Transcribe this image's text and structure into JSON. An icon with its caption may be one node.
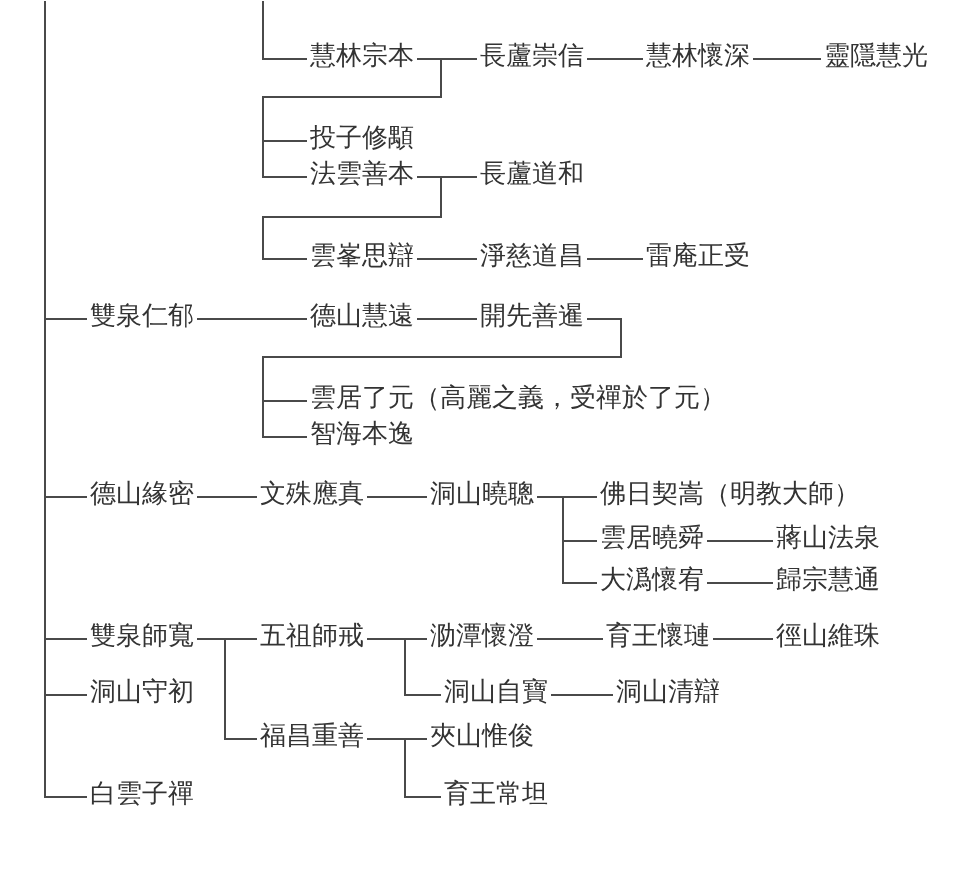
{
  "diagram": {
    "nodes": [
      {
        "text": [
          "慧林宗本"
        ]
      },
      {
        "text": [
          "長蘆崇信"
        ]
      },
      {
        "text": [
          "慧林懷深"
        ]
      },
      {
        "text": [
          "靈隱慧光"
        ]
      },
      {
        "text": [
          "投子修顒"
        ]
      },
      {
        "text": [
          "法雲善本"
        ]
      },
      {
        "text": [
          "長蘆道和"
        ]
      },
      {
        "text": [
          "雲峯思辯"
        ]
      },
      {
        "text": [
          "淨慈道昌"
        ]
      },
      {
        "text": [
          "雷庵正受"
        ]
      },
      {
        "text": [
          "雙泉仁郁"
        ]
      },
      {
        "text": [
          "德山慧遠"
        ]
      },
      {
        "text": [
          "開先善暹"
        ]
      },
      {
        "text": [
          "雲居了元（高麗之義，受禪於了元）"
        ]
      },
      {
        "text": [
          "智海本逸"
        ]
      },
      {
        "text": [
          "德山緣密"
        ]
      },
      {
        "text": [
          "文殊應真"
        ]
      },
      {
        "text": [
          "洞山曉聰"
        ]
      },
      {
        "text": [
          "佛日契嵩（明教大師）"
        ]
      },
      {
        "text": [
          "雲居曉舜"
        ]
      },
      {
        "text": [
          "蔣山法泉"
        ]
      },
      {
        "text": [
          "大潙懷宥"
        ]
      },
      {
        "text": [
          "歸宗慧通"
        ]
      },
      {
        "text": [
          "雙泉師寬"
        ]
      },
      {
        "text": [
          "五祖師戒"
        ]
      },
      {
        "text": [
          "泐潭懷澄"
        ]
      },
      {
        "text": [
          "育王懷璉"
        ]
      },
      {
        "text": [
          "徑山維珠"
        ]
      },
      {
        "text": [
          "洞山守初"
        ]
      },
      {
        "text": [
          "洞山自寶"
        ]
      },
      {
        "text": [
          "洞山清辯"
        ]
      },
      {
        "text": [
          "福昌重善"
        ]
      },
      {
        "text": [
          "夾山惟俊"
        ]
      },
      {
        "text": [
          "白雲子禪"
        ]
      },
      {
        "text": [
          "育王常坦"
        ]
      }
    ],
    "edges": [
      {
        "from": null,
        "to": 0,
        "arrow": "none"
      },
      {
        "from": 0,
        "to": 1,
        "arrow": "none"
      },
      {
        "from": 0,
        "to": 4,
        "arrow": "none"
      },
      {
        "from": 0,
        "to": 5,
        "arrow": "none"
      },
      {
        "from": 1,
        "to": 2,
        "arrow": "none"
      },
      {
        "from": 2,
        "to": 3,
        "arrow": "none"
      },
      {
        "from": 5,
        "to": 6,
        "arrow": "none"
      },
      {
        "from": 5,
        "to": 7,
        "arrow": "none"
      },
      {
        "from": 7,
        "to": 8,
        "arrow": "none"
      },
      {
        "from": 8,
        "to": 9,
        "arrow": "none"
      },
      {
        "from": null,
        "to": 10,
        "arrow": "none"
      },
      {
        "from": 10,
        "to": 11,
        "arrow": "none"
      },
      {
        "from": 11,
        "to": 12,
        "arrow": "none"
      },
      {
        "from": 12,
        "to": 13,
        "arrow": "none"
      },
      {
        "from": 12,
        "to": 14,
        "arrow": "none"
      },
      {
        "from": null,
        "to": 15,
        "arrow": "none"
      },
      {
        "from": 15,
        "to": 16,
        "arrow": "none"
      },
      {
        "from": 16,
        "to": 17,
        "arrow": "none"
      },
      {
        "from": 17,
        "to": 18,
        "arrow": "none"
      },
      {
        "from": 17,
        "to": 19,
        "arrow": "none"
      },
      {
        "from": 17,
        "to": 21,
        "arrow": "none"
      },
      {
        "from": 19,
        "to": 20,
        "arrow": "none"
      },
      {
        "from": 21,
        "to": 22,
        "arrow": "none"
      },
      {
        "from": null,
        "to": 23,
        "arrow": "none"
      },
      {
        "from": 23,
        "to": 24,
        "arrow": "none"
      },
      {
        "from": 23,
        "to": 31,
        "arrow": "none"
      },
      {
        "from": 24,
        "to": 25,
        "arrow": "none"
      },
      {
        "from": 24,
        "to": 29,
        "arrow": "none"
      },
      {
        "from": 25,
        "to": 26,
        "arrow": "none"
      },
      {
        "from": 26,
        "to": 27,
        "arrow": "none"
      },
      {
        "from": null,
        "to": 28,
        "arrow": "none"
      },
      {
        "from": 29,
        "to": 30,
        "arrow": "none"
      },
      {
        "from": 31,
        "to": 32,
        "arrow": "none"
      },
      {
        "from": 31,
        "to": 34,
        "arrow": "none"
      },
      {
        "from": null,
        "to": 33,
        "arrow": "none"
      }
    ]
  }
}
